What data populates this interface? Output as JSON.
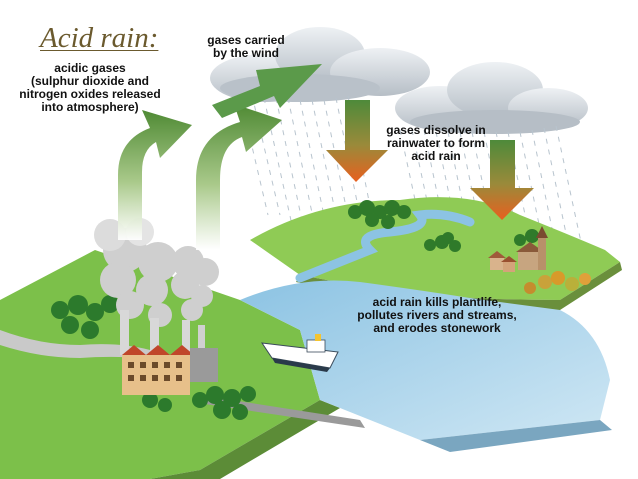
{
  "title": "Acid rain:",
  "labels": {
    "acidic_gases": [
      "acidic gases",
      "(sulphur dioxide and",
      "nitrogen oxides released",
      "into atmosphere)"
    ],
    "gases_carried": [
      "gases carried",
      "by the wind"
    ],
    "gases_dissolve": [
      "gases dissolve in",
      "rainwater to form",
      "acid rain"
    ],
    "acid_rain_effects": [
      "acid rain kills plantlife,",
      "pollutes rivers and streams,",
      "and erodes stonework"
    ]
  },
  "colors": {
    "arrow_up": "#5b8a3a",
    "arrow_down": "#e0642a",
    "grass": "#7cc04a",
    "water": "#a9d2ea",
    "cloud": "#d6dbe0",
    "smoke": "#c8c8c8",
    "title": "#6b5a2e"
  },
  "icons": [
    "factory-icon",
    "smokestack-icon",
    "ship-icon",
    "church-icon",
    "tree-icon",
    "cloud-icon",
    "rain-icon"
  ]
}
